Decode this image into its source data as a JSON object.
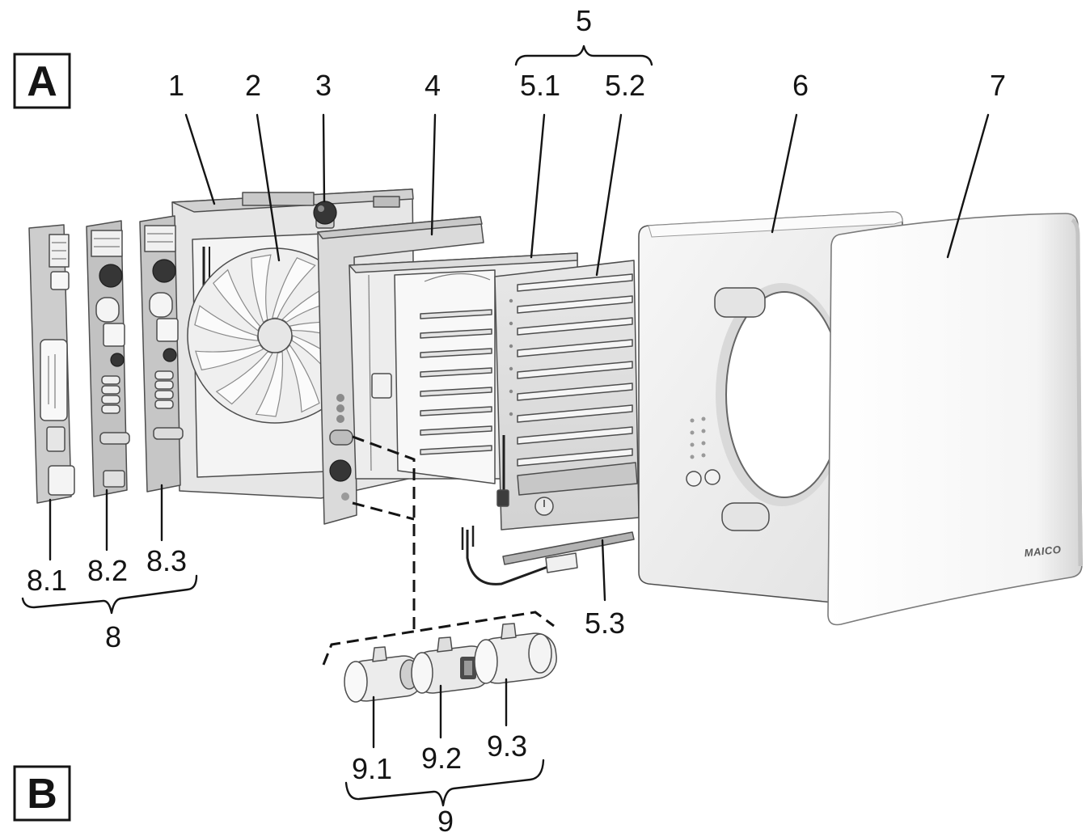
{
  "diagram": {
    "panel_markers": {
      "top": "A",
      "bottom": "B"
    },
    "callouts": {
      "n1": "1",
      "n2": "2",
      "n3": "3",
      "n4": "4",
      "n5": "5",
      "n5_1": "5.1",
      "n5_2": "5.2",
      "n5_3": "5.3",
      "n6": "6",
      "n7": "7",
      "n8": "8",
      "n8_1": "8.1",
      "n8_2": "8.2",
      "n8_3": "8.3",
      "n9": "9",
      "n9_1": "9.1",
      "n9_2": "9.2",
      "n9_3": "9.3"
    },
    "cover_logo": "MAICO"
  }
}
